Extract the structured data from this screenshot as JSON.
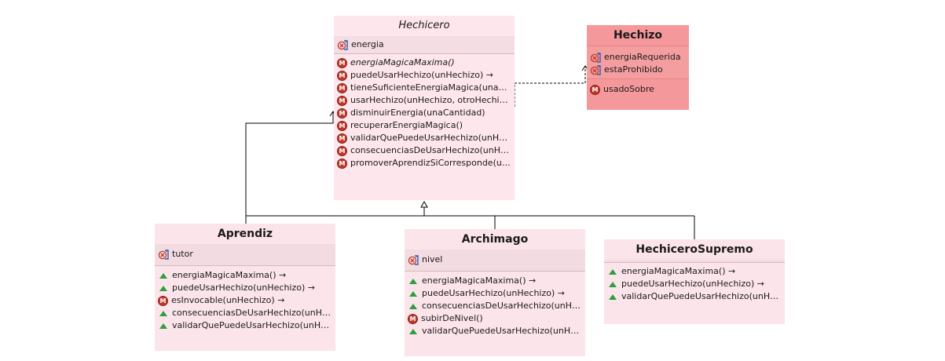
{
  "diagram": {
    "classes": {
      "hechicero": {
        "name": "Hechicero",
        "attributes": [
          {
            "name": "energia",
            "icon": "field-icon"
          }
        ],
        "methods": [
          {
            "name": "energiaMagicaMaxima()",
            "icon": "method-icon",
            "italic": true
          },
          {
            "name": "puedeUsarHechizo(unHechizo) →",
            "icon": "method-icon"
          },
          {
            "name": "tieneSuficienteEnergiaMagica(unaCa...",
            "icon": "method-icon"
          },
          {
            "name": "usarHechizo(unHechizo, otroHechice...",
            "icon": "method-icon"
          },
          {
            "name": "disminuirEnergia(unaCantidad)",
            "icon": "method-icon"
          },
          {
            "name": "recuperarEnergiaMagica()",
            "icon": "method-icon"
          },
          {
            "name": "validarQuePuedeUsarHechizo(unHec...",
            "icon": "method-icon"
          },
          {
            "name": "consecuenciasDeUsarHechizo(unHec...",
            "icon": "method-icon"
          },
          {
            "name": "promoverAprendizSiCorresponde(un...",
            "icon": "method-icon"
          }
        ]
      },
      "hechizo": {
        "name": "Hechizo",
        "attributes": [
          {
            "name": "energiaRequerida",
            "icon": "field-icon"
          },
          {
            "name": "estaProhibido",
            "icon": "field-icon"
          }
        ],
        "methods": [
          {
            "name": "usadoSobre",
            "icon": "method-icon"
          }
        ]
      },
      "aprendiz": {
        "name": "Aprendiz",
        "attributes": [
          {
            "name": "tutor",
            "icon": "field-icon"
          }
        ],
        "methods": [
          {
            "name": "energiaMagicaMaxima() →",
            "icon": "override-icon"
          },
          {
            "name": "puedeUsarHechizo(unHechizo) →",
            "icon": "override-icon"
          },
          {
            "name": "esInvocable(unHechizo) →",
            "icon": "method-icon"
          },
          {
            "name": "consecuenciasDeUsarHechizo(unHec...",
            "icon": "override-icon"
          },
          {
            "name": "validarQuePuedeUsarHechizo(unHec...",
            "icon": "override-icon"
          }
        ]
      },
      "archimago": {
        "name": "Archimago",
        "attributes": [
          {
            "name": "nivel",
            "icon": "field-icon"
          }
        ],
        "methods": [
          {
            "name": "energiaMagicaMaxima() →",
            "icon": "override-icon"
          },
          {
            "name": "puedeUsarHechizo(unHechizo) →",
            "icon": "override-icon"
          },
          {
            "name": "consecuenciasDeUsarHechizo(unHec...",
            "icon": "override-icon"
          },
          {
            "name": "subirDeNivel()",
            "icon": "method-icon"
          },
          {
            "name": "validarQuePuedeUsarHechizo(unHec...",
            "icon": "override-icon"
          }
        ]
      },
      "hechicero_supremo": {
        "name": "HechiceroSupremo",
        "attributes": [],
        "methods": [
          {
            "name": "energiaMagicaMaxima() →",
            "icon": "override-icon"
          },
          {
            "name": "puedeUsarHechizo(unHechizo) →",
            "icon": "override-icon"
          },
          {
            "name": "validarQuePuedeUsarHechizo(unHec...",
            "icon": "override-icon"
          }
        ]
      }
    },
    "colors": {
      "class_fill": "#fbe4ea",
      "hechizo_fill": "#f5989b",
      "method_icon": "#c0392b",
      "override_icon": "#2e9e3f",
      "field_icon_red": "#c0392b",
      "field_icon_blue": "#2f5fb3",
      "connector": "#000000"
    }
  }
}
